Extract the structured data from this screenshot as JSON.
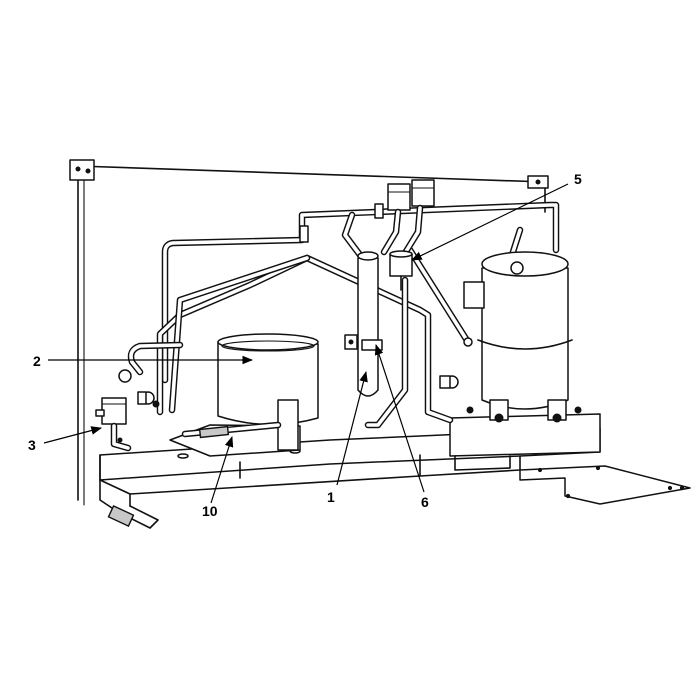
{
  "callouts": {
    "c1": "1",
    "c2": "2",
    "c3": "3",
    "c5": "5",
    "c6": "6",
    "c10": "10"
  }
}
